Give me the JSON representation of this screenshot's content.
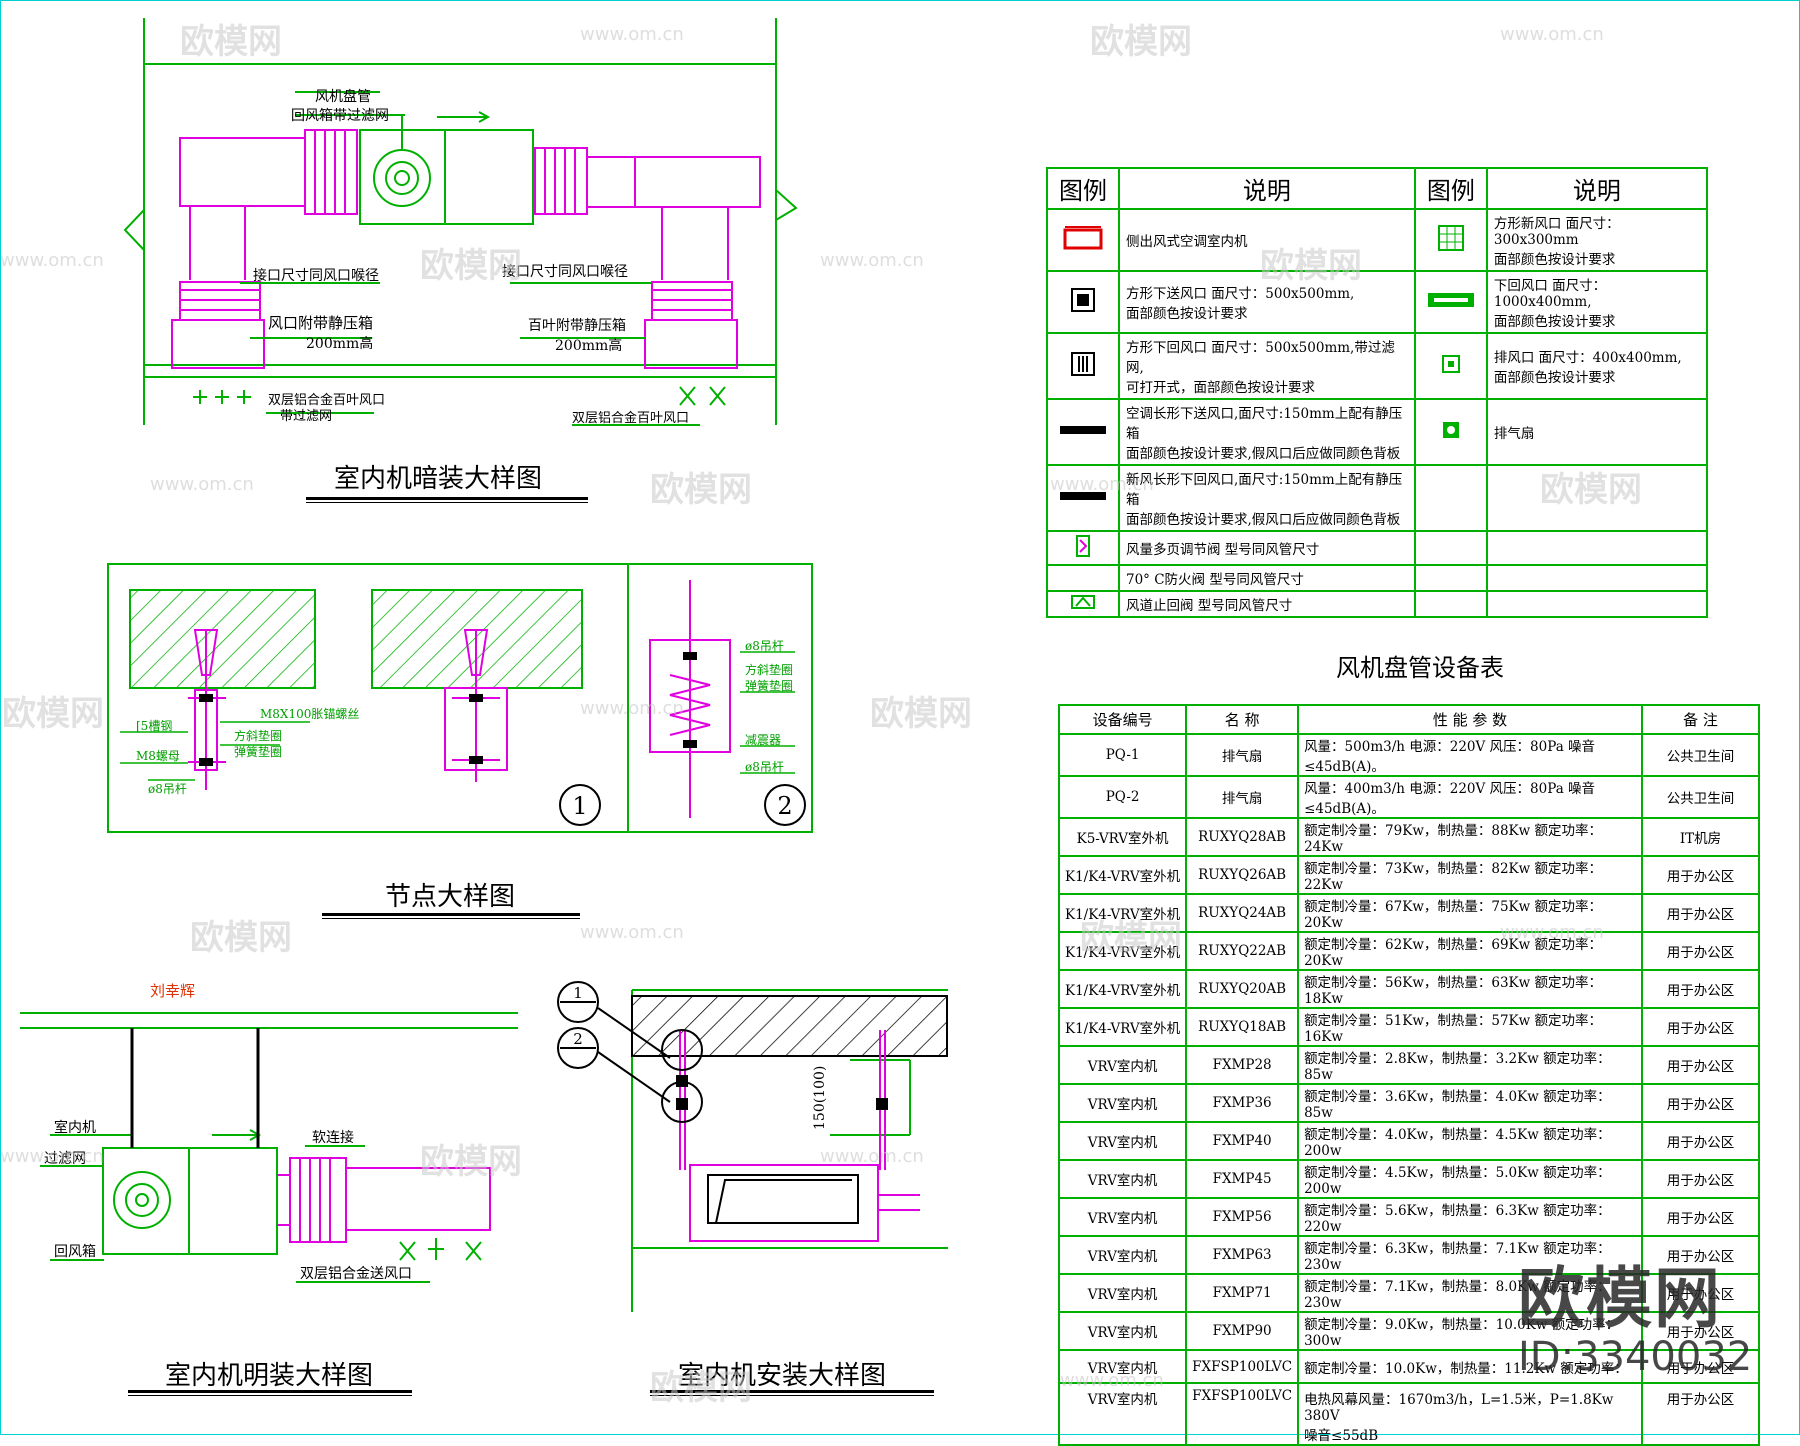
{
  "captions": {
    "concealed": "室内机暗装大样图",
    "node": "节点大样图",
    "exposed": "室内机明装大样图",
    "install": "室内机安装大样图"
  },
  "concealed_labels": {
    "fcu": "风机盘管",
    "return_box": "回风箱带过滤网",
    "conn_left": "接口尺寸同风口喉径",
    "conn_right": "接口尺寸同风口喉径",
    "plenum_left": "风口附带静压箱",
    "height_left": "200mm高",
    "plenum_right": "百叶附带静压箱",
    "height_right": "200mm高",
    "grille_left_1": "双层铝合金百叶风口",
    "grille_left_2": "带过滤网",
    "grille_right": "双层铝合金百叶风口"
  },
  "node_labels": {
    "channel": "[5槽钢",
    "nut": "M8螺母",
    "rod_left": "ø8吊杆",
    "anchor": "M8X100胀锚螺丝",
    "washer1": "方斜垫圈",
    "washer2": "弹簧垫圈",
    "rod_top": "ø8吊杆",
    "washer3": "方斜垫圈",
    "washer4": "弹簧垫圈",
    "damper": "减震器",
    "rod_bottom": "ø8吊杆",
    "num1": "1",
    "num2": "2"
  },
  "exposed_labels": {
    "signature": "刘幸辉",
    "unit": "室内机",
    "filter": "过滤网",
    "return_box": "回风箱",
    "soft": "软连接",
    "grille": "双层铝合金送风口"
  },
  "install_labels": {
    "ref1": "1",
    "ref2": "2",
    "dim": "150(100)"
  },
  "legend": {
    "headers": [
      "图例",
      "说明",
      "图例",
      "说明"
    ],
    "rows": [
      {
        "sym1": "side-unit-icon",
        "desc1": "侧出风式空调室内机",
        "sym2": "fresh-air-grille-icon",
        "desc2": "方形新风口 面尺寸：300x300mm\n面部颜色按设计要求"
      },
      {
        "sym1": "square-supply-icon",
        "desc1": "方形下送风口 面尺寸：500x500mm,\n面部颜色按设计要求",
        "sym2": "return-grille-icon",
        "desc2": "下回风口  面尺寸：1000x400mm,\n面部颜色按设计要求"
      },
      {
        "sym1": "square-return-icon",
        "desc1": "方形下回风口 面尺寸：500x500mm,带过滤网,\n可打开式，面部颜色按设计要求",
        "sym2": "exhaust-grille-icon",
        "desc2": "排风口    面尺寸：400x400mm,\n面部颜色按设计要求"
      },
      {
        "sym1": "linear-supply-icon",
        "desc1": "空调长形下送风口,面尺寸:150mm上配有静压箱\n面部颜色按设计要求,假风口后应做同颜色背板",
        "sym2": "exhaust-fan-icon",
        "desc2": "排气扇"
      },
      {
        "sym1": "linear-return-icon",
        "desc1": "新风长形下回风口,面尺寸:150mm上配有静压箱\n面部颜色按设计要求,假风口后应做同颜色背板",
        "sym2": "",
        "desc2": ""
      },
      {
        "sym1": "damper-icon",
        "desc1": "风量多页调节阀 型号同风管尺寸",
        "sym2": "",
        "desc2": ""
      },
      {
        "sym1": "",
        "desc1": "70° C防火阀 型号同风管尺寸",
        "sym2": "",
        "desc2": ""
      },
      {
        "sym1": "check-valve-icon",
        "desc1": "风道止回阀 型号同风管尺寸",
        "sym2": "",
        "desc2": ""
      }
    ]
  },
  "equipment": {
    "title": "风机盘管设备表",
    "headers": [
      "设备编号",
      "名    称",
      "性  能  参  数",
      "备  注"
    ],
    "rows": [
      [
        "PQ-1",
        "排气扇",
        "风量：500m3/h 电源：220V 风压：80Pa   噪音≤45dB(A)。",
        "公共卫生间"
      ],
      [
        "PQ-2",
        "排气扇",
        "风量：400m3/h 电源：220V 风压：80Pa   噪音≤45dB(A)。",
        "公共卫生间"
      ],
      [
        "K5-VRV室外机",
        "RUXYQ28AB",
        "额定制冷量：79Kw，制热量：88Kw 额定功率：24Kw",
        "IT机房"
      ],
      [
        "K1/K4-VRV室外机",
        "RUXYQ26AB",
        "额定制冷量：73Kw，制热量：82Kw 额定功率：22Kw",
        "用于办公区"
      ],
      [
        "K1/K4-VRV室外机",
        "RUXYQ24AB",
        "额定制冷量：67Kw，制热量：75Kw 额定功率：20Kw",
        "用于办公区"
      ],
      [
        "K1/K4-VRV室外机",
        "RUXYQ22AB",
        "额定制冷量：62Kw，制热量：69Kw 额定功率：20Kw",
        "用于办公区"
      ],
      [
        "K1/K4-VRV室外机",
        "RUXYQ20AB",
        "额定制冷量：56Kw，制热量：63Kw 额定功率：18Kw",
        "用于办公区"
      ],
      [
        "K1/K4-VRV室外机",
        "RUXYQ18AB",
        "额定制冷量：51Kw，制热量：57Kw 额定功率：16Kw",
        "用于办公区"
      ],
      [
        "VRV室内机",
        "FXMP28",
        "额定制冷量：2.8Kw，制热量：3.2Kw 额定功率：85w",
        "用于办公区"
      ],
      [
        "VRV室内机",
        "FXMP36",
        "额定制冷量：3.6Kw，制热量：4.0Kw 额定功率：85w",
        "用于办公区"
      ],
      [
        "VRV室内机",
        "FXMP40",
        "额定制冷量：4.0Kw，制热量：4.5Kw 额定功率：200w",
        "用于办公区"
      ],
      [
        "VRV室内机",
        "FXMP45",
        "额定制冷量：4.5Kw，制热量：5.0Kw 额定功率：200w",
        "用于办公区"
      ],
      [
        "VRV室内机",
        "FXMP56",
        "额定制冷量：5.6Kw，制热量：6.3Kw 额定功率：220w",
        "用于办公区"
      ],
      [
        "VRV室内机",
        "FXMP63",
        "额定制冷量：6.3Kw，制热量：7.1Kw 额定功率：230w",
        "用于办公区"
      ],
      [
        "VRV室内机",
        "FXMP71",
        "额定制冷量：7.1Kw，制热量：8.0Kw 额定功率：230w",
        "用于办公区"
      ],
      [
        "VRV室内机",
        "FXMP90",
        "额定制冷量：9.0Kw，制热量：10.0Kw 额定功率：300w",
        "用于办公区"
      ],
      [
        "VRV室内机",
        "FXFSP100LVC",
        "额定制冷量：10.0Kw，制热量：11.2Kw 额定功率：",
        "用于办公区"
      ],
      [
        "VRV室内机",
        "FXFSP100LVC",
        "电热风幕风量：1670m3/h，L=1.5米，P=1.8Kw 380V\n噪音≤55dB",
        "用于办公区"
      ]
    ]
  },
  "watermark": {
    "brand": "欧模网",
    "url": "www.om.cn",
    "id": "ID:3340032"
  },
  "colors": {
    "green": "#00b000",
    "magenta": "#e000e0",
    "black": "#000000"
  }
}
